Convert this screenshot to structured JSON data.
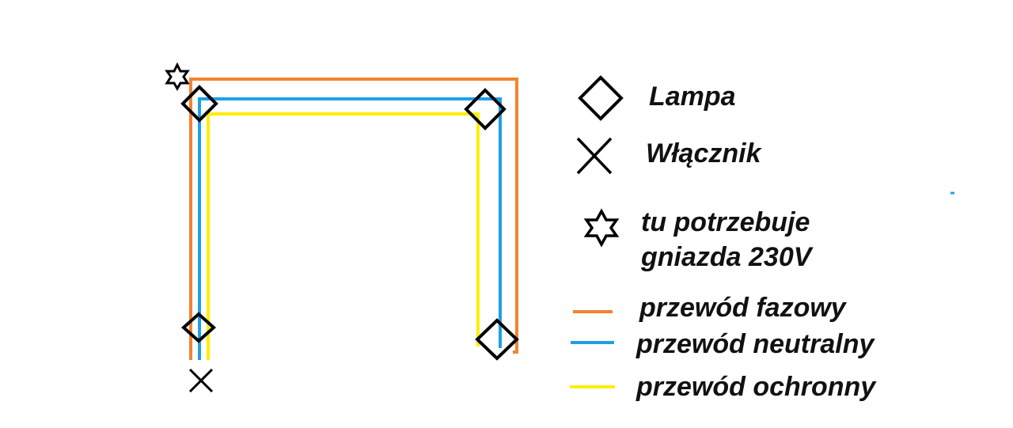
{
  "colors": {
    "phase": "#f58231",
    "neutral": "#1ea0e6",
    "protective": "#ffee00",
    "symbol": "#000000",
    "background": "#ffffff"
  },
  "legend": {
    "lamp": {
      "icon": "diamond-icon",
      "label": "Lampa"
    },
    "switch": {
      "icon": "x-icon",
      "label": "Włącznik"
    },
    "socket": {
      "icon": "hexagram-star-icon",
      "line1": "tu potrzebuje",
      "line2": "gniazda 230V"
    },
    "wires": [
      {
        "key": "phase",
        "label": "przewód fazowy"
      },
      {
        "key": "neutral",
        "label": "przewód neutralny"
      },
      {
        "key": "protective",
        "label": "przewód ochronny"
      }
    ]
  }
}
